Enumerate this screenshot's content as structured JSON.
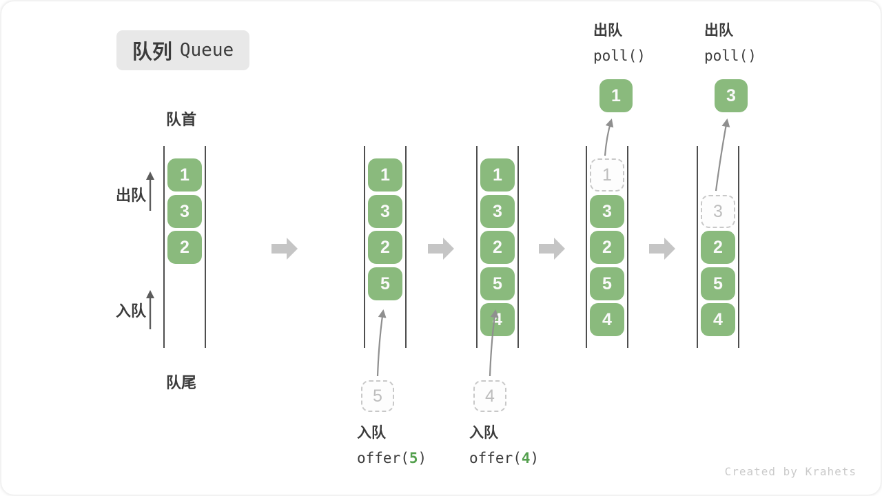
{
  "title": {
    "zh": "队列",
    "en": "Queue"
  },
  "side_labels": {
    "front": "队首",
    "rear": "队尾",
    "dequeue": "出队",
    "enqueue": "入队"
  },
  "watermark": "Created by Krahets",
  "colors": {
    "box_green": "#8aba7d",
    "box_text": "#fafafa",
    "dashed_border": "#c8c8c8",
    "dashed_text": "#bdbdbd",
    "wall": "#4e4e4e",
    "label_text": "#3b3b3b",
    "block_arrow": "#c5c5c5",
    "thin_arrow": "#8f8f8f",
    "thin_arrow_dark": "#5c5c5c",
    "code_green": "#54a04e",
    "title_bg": "#e8e8e8",
    "watermark_color": "#cacaca"
  },
  "queues": [
    {
      "name": "initial",
      "cells": [
        {
          "value": "1",
          "slot": 0
        },
        {
          "value": "3",
          "slot": 1
        },
        {
          "value": "2",
          "slot": 2
        }
      ]
    },
    {
      "name": "after-offer-5",
      "cells": [
        {
          "value": "1",
          "slot": 0
        },
        {
          "value": "3",
          "slot": 1
        },
        {
          "value": "2",
          "slot": 2
        },
        {
          "value": "5",
          "slot": 3
        }
      ],
      "staged_below": "5",
      "op_below": {
        "label": "入队",
        "code_pre": "offer(",
        "code_arg": "5",
        "code_post": ")"
      }
    },
    {
      "name": "after-offer-4",
      "cells": [
        {
          "value": "1",
          "slot": 0
        },
        {
          "value": "3",
          "slot": 1
        },
        {
          "value": "2",
          "slot": 2
        },
        {
          "value": "5",
          "slot": 3
        },
        {
          "value": "4",
          "slot": 4
        }
      ],
      "staged_below": "4",
      "op_below": {
        "label": "入队",
        "code_pre": "offer(",
        "code_arg": "4",
        "code_post": ")"
      }
    },
    {
      "name": "poll-1",
      "cells": [
        {
          "value": "1",
          "slot": 0,
          "dashed": true
        },
        {
          "value": "3",
          "slot": 1
        },
        {
          "value": "2",
          "slot": 2
        },
        {
          "value": "5",
          "slot": 3
        },
        {
          "value": "4",
          "slot": 4
        }
      ],
      "popped_above": "1",
      "op_above": {
        "label": "出队",
        "code": "poll()"
      }
    },
    {
      "name": "poll-3",
      "cells": [
        {
          "value": "3",
          "slot": 1,
          "dashed": true
        },
        {
          "value": "2",
          "slot": 2
        },
        {
          "value": "5",
          "slot": 3
        },
        {
          "value": "4",
          "slot": 4
        }
      ],
      "popped_above": "3",
      "op_above": {
        "label": "出队",
        "code": "poll()"
      }
    }
  ]
}
